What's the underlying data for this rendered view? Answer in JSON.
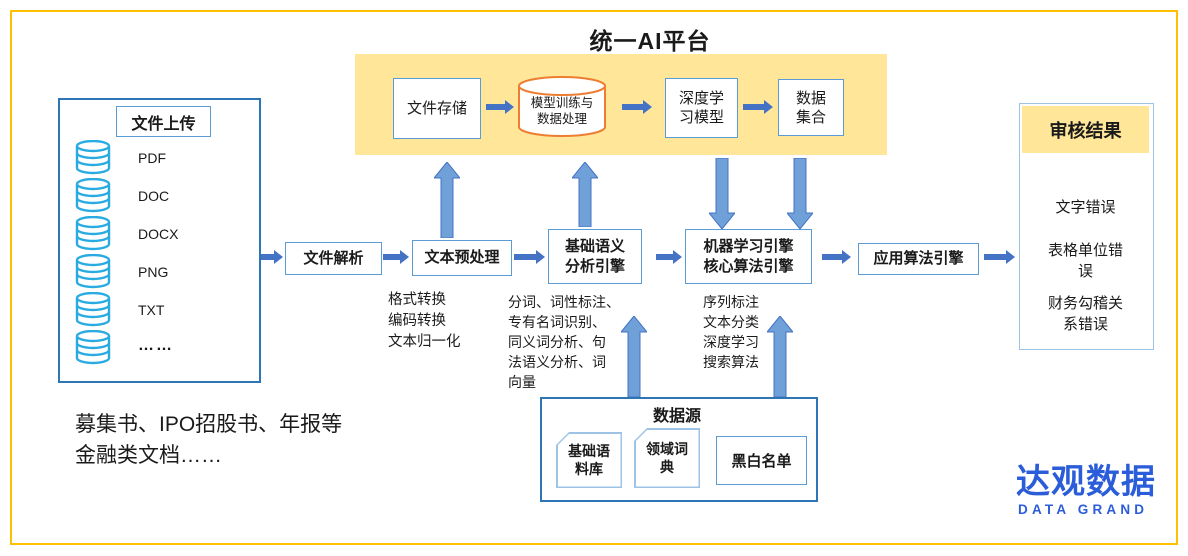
{
  "title": "统一AI平台",
  "upload_panel": {
    "title": "文件上传",
    "items": [
      "PDF",
      "DOC",
      "DOCX",
      "PNG",
      "TXT",
      "……"
    ]
  },
  "banner": {
    "nodes": {
      "storage": "文件存储",
      "training": "模型训练与\n数据处理",
      "deep_learning": "深度学\n习模型",
      "dataset": "数据\n集合"
    }
  },
  "flow": {
    "parse": "文件解析",
    "preprocess": "文本预处理",
    "semantic": "基础语义\n分析引擎",
    "ml": "机器学习引擎\n核心算法引擎",
    "applied": "应用算法引擎"
  },
  "notes": {
    "preprocess": "格式转换\n编码转换\n文本归一化",
    "semantic": "分词、词性标注、\n专有名词识别、\n同义词分析、句\n法语义分析、词\n向量",
    "ml": "序列标注\n文本分类\n深度学习\n搜索算法"
  },
  "datasource": {
    "title": "数据源",
    "cards": [
      "基础语\n料库",
      "领域词\n典",
      "黑白名单"
    ]
  },
  "results": {
    "title": "审核结果",
    "items": [
      "文字错误",
      "表格单位错\n误",
      "财务勾稽关\n系错误"
    ]
  },
  "caption": "募集书、IPO招股书、年报等\n金融类文档……",
  "logo": {
    "cn": "达观数据",
    "en": "DATA GRAND"
  },
  "colors": {
    "banner_bg": "#FFE699",
    "page_border": "#FFC000",
    "box_border": "#5B9BD5",
    "panel_border": "#2E75B6",
    "arrow_solid": "#4472C4",
    "arrow_light": "#6FA0D8",
    "cylinder_orange": "#ED7D31",
    "database_cyan": "#29ABE2",
    "logo_blue": "#2B5CD9",
    "card_border": "#9DC3E6"
  }
}
